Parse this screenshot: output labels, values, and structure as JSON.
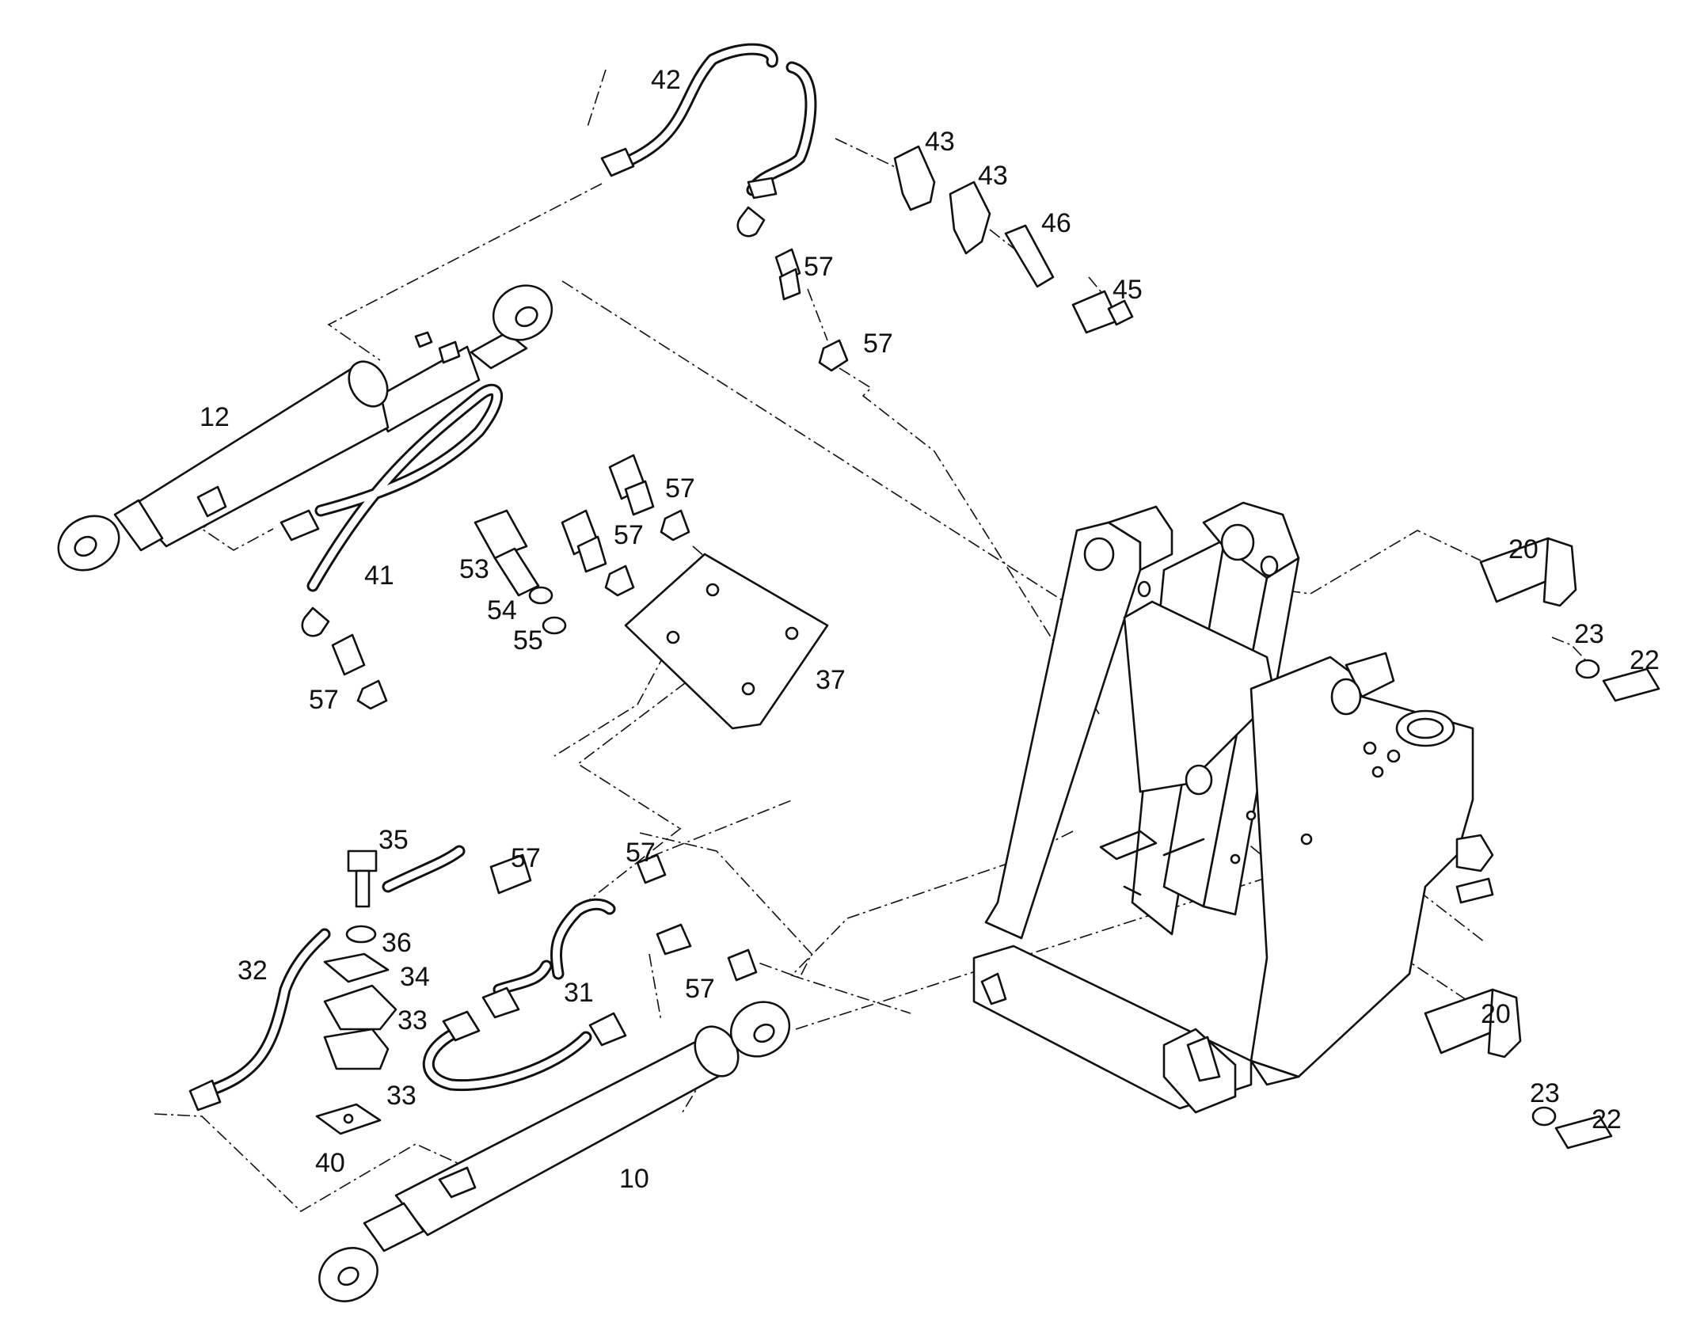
{
  "diagram": {
    "callouts": [
      {
        "id": "c42",
        "text": "42"
      },
      {
        "id": "c43a",
        "text": "43"
      },
      {
        "id": "c43b",
        "text": "43"
      },
      {
        "id": "c46",
        "text": "46"
      },
      {
        "id": "c45",
        "text": "45"
      },
      {
        "id": "c57a",
        "text": "57"
      },
      {
        "id": "c57b",
        "text": "57"
      },
      {
        "id": "c12",
        "text": "12"
      },
      {
        "id": "c57c",
        "text": "57"
      },
      {
        "id": "c57d",
        "text": "57"
      },
      {
        "id": "c53",
        "text": "53"
      },
      {
        "id": "c41",
        "text": "41"
      },
      {
        "id": "c54",
        "text": "54"
      },
      {
        "id": "c55",
        "text": "55"
      },
      {
        "id": "c37",
        "text": "37"
      },
      {
        "id": "c57e",
        "text": "57"
      },
      {
        "id": "c20a",
        "text": "20"
      },
      {
        "id": "c23a",
        "text": "23"
      },
      {
        "id": "c22a",
        "text": "22"
      },
      {
        "id": "c35",
        "text": "35"
      },
      {
        "id": "c57f",
        "text": "57"
      },
      {
        "id": "c57g",
        "text": "57"
      },
      {
        "id": "c36",
        "text": "36"
      },
      {
        "id": "c34",
        "text": "34"
      },
      {
        "id": "c32",
        "text": "32"
      },
      {
        "id": "c33a",
        "text": "33"
      },
      {
        "id": "c31",
        "text": "31"
      },
      {
        "id": "c57h",
        "text": "57"
      },
      {
        "id": "c33b",
        "text": "33"
      },
      {
        "id": "c40",
        "text": "40"
      },
      {
        "id": "c10",
        "text": "10"
      },
      {
        "id": "c20b",
        "text": "20"
      },
      {
        "id": "c23b",
        "text": "23"
      },
      {
        "id": "c22b",
        "text": "22"
      }
    ]
  }
}
